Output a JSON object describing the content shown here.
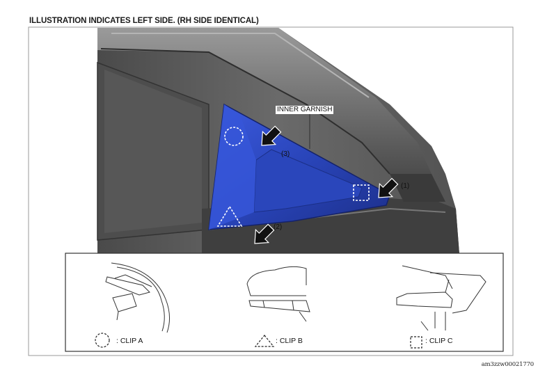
{
  "title": "ILLUSTRATION INDICATES LEFT SIDE. (RH SIDE IDENTICAL)",
  "part_label": "INNER GARNISH",
  "steps": [
    "(1)",
    "(2)",
    "(3)"
  ],
  "legend": {
    "clip_a": ": CLIP A",
    "clip_b": ": CLIP B",
    "clip_c": ": CLIP C"
  },
  "doc_id": "am3zzw00021770",
  "colors": {
    "garnish_blue": "#2a47b8",
    "body_gray": "#5b5b5b",
    "dark_gray": "#3c3c3c"
  }
}
